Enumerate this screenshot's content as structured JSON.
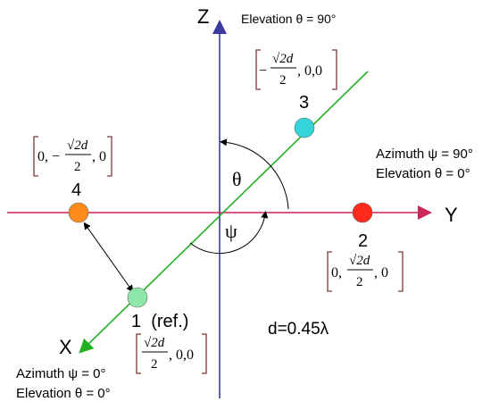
{
  "axes": {
    "z_label": "Z",
    "y_label": "Y",
    "x_label": "X"
  },
  "labels": {
    "elevation_top": "Elevation θ = 90°",
    "azimuth_right": "Azimuth ψ = 90°",
    "elevation_right": "Elevation θ = 0°",
    "azimuth_bottom": "Azimuth ψ = 0°",
    "elevation_bottom": "Elevation θ = 0°",
    "spacing": "d=0.45λ",
    "theta_symbol": "θ",
    "psi_symbol": "ψ"
  },
  "elements": [
    {
      "id": "1",
      "label": "1  (ref.)",
      "color": "#8ee6a8",
      "coord_prefix": "",
      "coord_num": "√2d",
      "coord_den": "2",
      "coord_suffix": ", 0,0",
      "coord_leading": ""
    },
    {
      "id": "2",
      "label": "2",
      "color": "#ff2a1a",
      "coord_prefix": "0,",
      "coord_num": "√2d",
      "coord_den": "2",
      "coord_suffix": ", 0",
      "coord_leading": ""
    },
    {
      "id": "3",
      "label": "3",
      "color": "#33d4dc",
      "coord_prefix": "−",
      "coord_num": "√2d",
      "coord_den": "2",
      "coord_suffix": ", 0,0",
      "coord_leading": ""
    },
    {
      "id": "4",
      "label": "4",
      "color": "#ff8c1a",
      "coord_prefix": "0, −",
      "coord_num": "√2d",
      "coord_den": "2",
      "coord_suffix": ", 0",
      "coord_leading": ""
    }
  ],
  "colors": {
    "z_axis": "#3a3aa0",
    "y_axis": "#c8285a",
    "x_axis": "#22b022",
    "bracket": "#7a3a3a"
  }
}
